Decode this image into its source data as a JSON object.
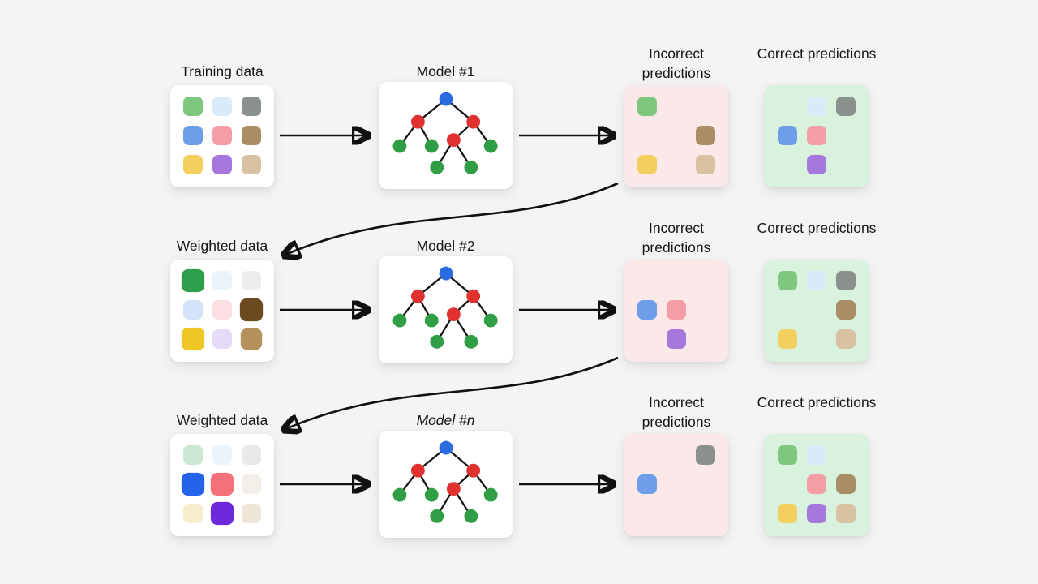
{
  "colors": {
    "bg": "#f4f4f4",
    "card": "#ffffff",
    "incorrect_bg": "#fbe8e8",
    "correct_bg": "#d9f2de",
    "arrow": "#111111",
    "tree_root": "#2b6be0",
    "tree_split": "#e03131",
    "tree_leaf": "#2f9e44",
    "text": "#161616"
  },
  "rows": [
    {
      "label": "Training data",
      "model": "Model #1",
      "incorrect_title": "Incorrect predictions",
      "correct_title": "Correct predictions",
      "data_cells": [
        {
          "c": "#7dc87e"
        },
        {
          "c": "#d9eaf8"
        },
        {
          "c": "#8a908c"
        },
        {
          "c": "#6d9eea"
        },
        {
          "c": "#f59da6"
        },
        {
          "c": "#a98e63"
        },
        {
          "c": "#f3cf5f"
        },
        {
          "c": "#a678de"
        },
        {
          "c": "#d8c2a2"
        }
      ],
      "incorrect_cells": [
        {
          "c": "#7dc87e"
        },
        null,
        null,
        null,
        null,
        {
          "c": "#a98e63"
        },
        {
          "c": "#f3cf5f"
        },
        null,
        {
          "c": "#d8c2a2"
        }
      ],
      "correct_cells": [
        null,
        {
          "c": "#d9eaf8"
        },
        {
          "c": "#8a908c"
        },
        {
          "c": "#6d9eea"
        },
        {
          "c": "#f59da6"
        },
        null,
        null,
        {
          "c": "#a678de"
        },
        null
      ]
    },
    {
      "label": "Weighted data",
      "model": "Model #2",
      "incorrect_title": "Incorrect predictions",
      "correct_title": "Correct predictions",
      "data_cells": [
        {
          "c": "#2d9e49",
          "s": 1.18
        },
        {
          "c": "#eaf4fb"
        },
        {
          "c": "#ededed"
        },
        {
          "c": "#d3e2f8"
        },
        {
          "c": "#fbdfe2"
        },
        {
          "c": "#6b4a20",
          "s": 1.18
        },
        {
          "c": "#eec727",
          "s": 1.18
        },
        {
          "c": "#e6dbf6"
        },
        {
          "c": "#b5915c",
          "s": 1.1
        }
      ],
      "incorrect_cells": [
        null,
        null,
        null,
        {
          "c": "#6d9eea"
        },
        {
          "c": "#f59da6"
        },
        null,
        null,
        {
          "c": "#a678de"
        },
        null
      ],
      "correct_cells": [
        {
          "c": "#7dc87e"
        },
        {
          "c": "#d9eaf8"
        },
        {
          "c": "#8a908c"
        },
        null,
        null,
        {
          "c": "#a98e63"
        },
        {
          "c": "#f3cf5f"
        },
        null,
        {
          "c": "#d8c2a2"
        }
      ]
    },
    {
      "label": "Weighted data",
      "model": "Model #n",
      "incorrect_title": "Incorrect predictions",
      "correct_title": "Correct predictions",
      "data_cells": [
        {
          "c": "#cde8d2"
        },
        {
          "c": "#eaf4fb"
        },
        {
          "c": "#e9e9e9"
        },
        {
          "c": "#2563eb",
          "s": 1.18
        },
        {
          "c": "#f4717a",
          "s": 1.18
        },
        {
          "c": "#f3efe8"
        },
        {
          "c": "#f8eecd"
        },
        {
          "c": "#6d28d9",
          "s": 1.18
        },
        {
          "c": "#efe6d8"
        }
      ],
      "incorrect_cells": [
        null,
        null,
        {
          "c": "#8a908c"
        },
        {
          "c": "#6d9eea"
        },
        null,
        null,
        null,
        null,
        null
      ],
      "correct_cells": [
        {
          "c": "#7dc87e"
        },
        {
          "c": "#d9eaf8"
        },
        null,
        null,
        {
          "c": "#f59da6"
        },
        {
          "c": "#a98e63"
        },
        {
          "c": "#f3cf5f"
        },
        {
          "c": "#a678de"
        },
        {
          "c": "#d8c2a2"
        }
      ]
    }
  ]
}
